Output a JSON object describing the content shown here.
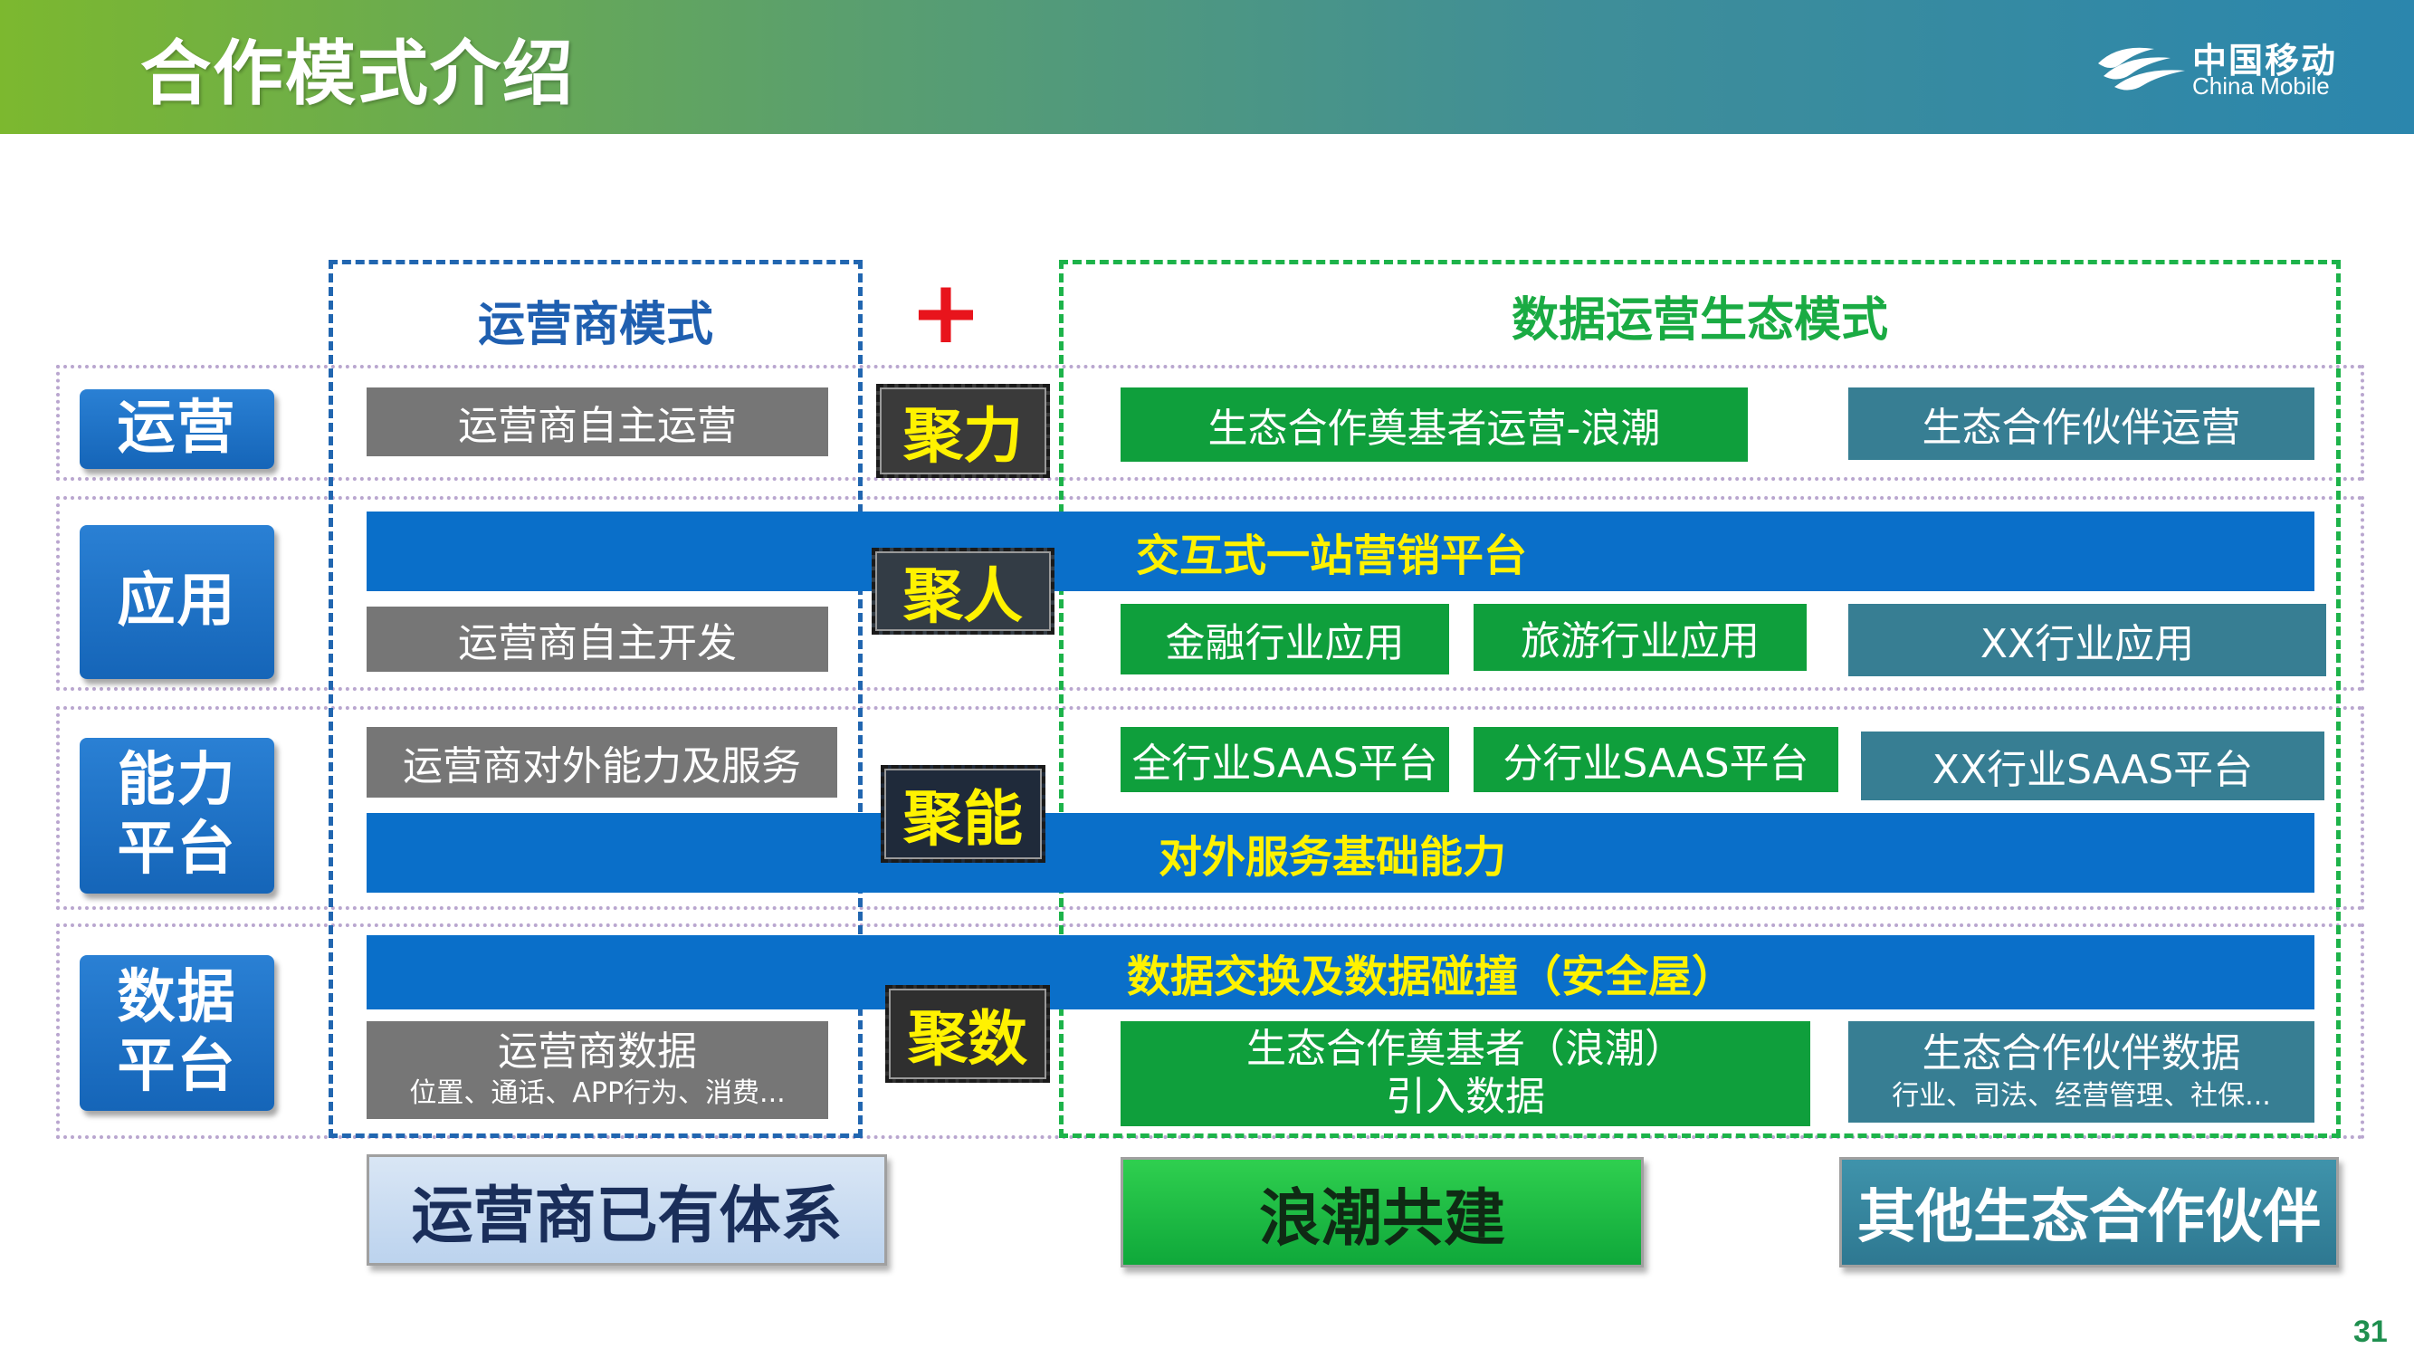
{
  "header": {
    "title": "合作模式介绍",
    "logo_cn": "中国移动",
    "logo_en": "China Mobile"
  },
  "columns": {
    "operator_title": "运营商模式",
    "plus_sign": "+",
    "ecosystem_title": "数据运营生态模式"
  },
  "rows": {
    "operation": {
      "label": "运营",
      "operator_box": "运营商自主运营",
      "ju": "聚力",
      "green_box": "生态合作奠基者运营-浪潮",
      "teal_box": "生态合作伙伴运营"
    },
    "application": {
      "label": "应用",
      "bar": "交互式一站营销平台",
      "ju": "聚人",
      "operator_box": "运营商自主开发",
      "green_box_1": "金融行业应用",
      "green_box_2": "旅游行业应用",
      "teal_box": "XX行业应用"
    },
    "capability": {
      "label_1": "能力",
      "label_2": "平台",
      "operator_box": "运营商对外能力及服务",
      "ju": "聚能",
      "green_box_1": "全行业SAAS平台",
      "green_box_2": "分行业SAAS平台",
      "teal_box": "XX行业SAAS平台",
      "bar": "对外服务基础能力"
    },
    "data": {
      "label_1": "数据",
      "label_2": "平台",
      "bar": "数据交换及数据碰撞（安全屋）",
      "ju": "聚数",
      "operator_title": "运营商数据",
      "operator_sub": "位置、通话、APP行为、消费...",
      "green_line_1": "生态合作奠基者（浪潮）",
      "green_line_2": "引入数据",
      "teal_title": "生态合作伙伴数据",
      "teal_sub": "行业、司法、经营管理、社保..."
    }
  },
  "bottom": {
    "operator": "运营商已有体系",
    "langchao": "浪潮共建",
    "others": "其他生态合作伙伴"
  },
  "page_number": "31",
  "colors": {
    "side_blue": "#1b6ec2",
    "grey_box": "#767676",
    "green_box": "#0f9f3c",
    "teal_box": "#377e93",
    "bar_blue": "#0a6fc9",
    "bar_text": "#fff200",
    "plus_red": "#e8141c"
  }
}
